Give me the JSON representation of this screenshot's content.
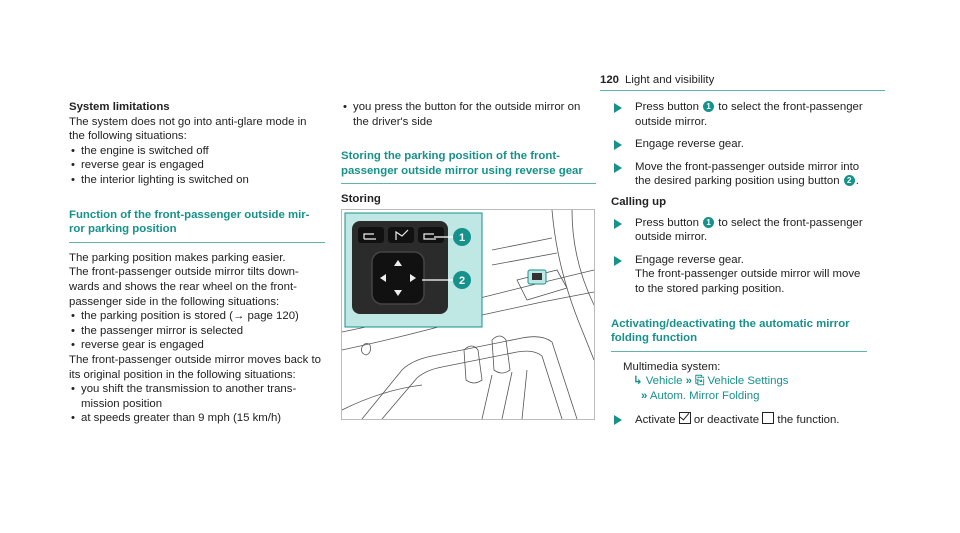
{
  "header": {
    "page_number": "120",
    "title": "Light and visibility"
  },
  "col1": {
    "heading1": "System limitations",
    "intro1": "The system does not go into anti-glare mode in the following situations:",
    "list1": [
      "the engine is switched off",
      "reverse gear is engaged",
      "the interior lighting is switched on"
    ],
    "heading2_line1": "Function of the front-passenger outside mir-",
    "heading2_line2": "ror parking position",
    "para1": "The parking position makes parking easier.",
    "para2": "The front-passenger outside mirror tilts down-wards and shows the rear wheel on the front-passenger side in the following situations:",
    "list2_item1_a": "the parking position is stored (",
    "list2_item1_arrow": "→",
    "list2_item1_b": " page 120)",
    "list2": [
      "the passenger mirror is selected",
      "reverse gear is engaged"
    ],
    "para3": "The front-passenger outside mirror moves back to its original position in the following situations:",
    "list3": [
      "you shift the transmission to another trans-mission position",
      "at speeds greater than 9 mph (15 km/h)"
    ]
  },
  "col2": {
    "list_item": "you press the button for the outside mirror on the driver's side",
    "heading_line1": "Storing the parking position of the front-",
    "heading_line2": "passenger outside mirror using reverse gear",
    "sub_heading": "Storing"
  },
  "figure": {
    "callout1": "1",
    "callout2": "2"
  },
  "col3": {
    "step1_a": "Press button ",
    "step1_badge": "1",
    "step1_b": " to select the front-passenger outside mirror.",
    "step2": "Engage reverse gear.",
    "step3_a": "Move the front-passenger outside mirror into the desired parking position using button ",
    "step3_badge": "2",
    "step3_b": ".",
    "calling_up": "Calling up",
    "step4_a": "Press button ",
    "step4_badge": "1",
    "step4_b": " to select the front-passenger outside mirror.",
    "step5": "Engage reverse gear.",
    "step5_result": "The front-passenger outside mirror will move to the stored parking position.",
    "heading_line1": "Activating/deactivating the automatic mirror",
    "heading_line2": "folding function",
    "multimedia_label": "Multimedia system:",
    "menu1_symbol": "↳",
    "menu1": "Vehicle",
    "menu_sep": "»",
    "menu2_icon": "⎘",
    "menu2": "Vehicle Settings",
    "menu3": "Autom. Mirror Folding",
    "step6_a": "Activate ",
    "step6_b": " or deactivate ",
    "step6_c": " the function."
  },
  "colors": {
    "teal": "#16918c",
    "rule": "#5fb3b0",
    "panel": "#bfe7e4"
  }
}
